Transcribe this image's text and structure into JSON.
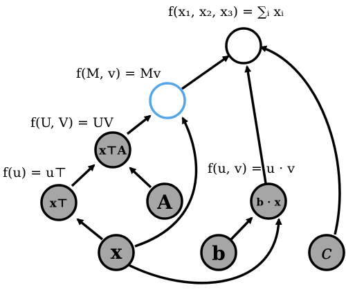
{
  "colors": {
    "node_fill": "#a6a6a6",
    "node_stroke": "#000000",
    "highlight_stroke": "#55a6e8",
    "edge": "#000000"
  },
  "labels": {
    "sum": "f(x₁, x₂, x₃) = ∑ᵢ xᵢ",
    "mv": "f(M, v) = Mv",
    "uv": "f(U, V) = UV",
    "transpose": "f(u) = u⊤",
    "dot": "f(u, v) = u · v"
  },
  "nodes": {
    "x": "x",
    "b": "b",
    "c": "c",
    "A": "A",
    "xT": "x⊤",
    "xTA": "x⊤A",
    "bx": "b · x"
  }
}
